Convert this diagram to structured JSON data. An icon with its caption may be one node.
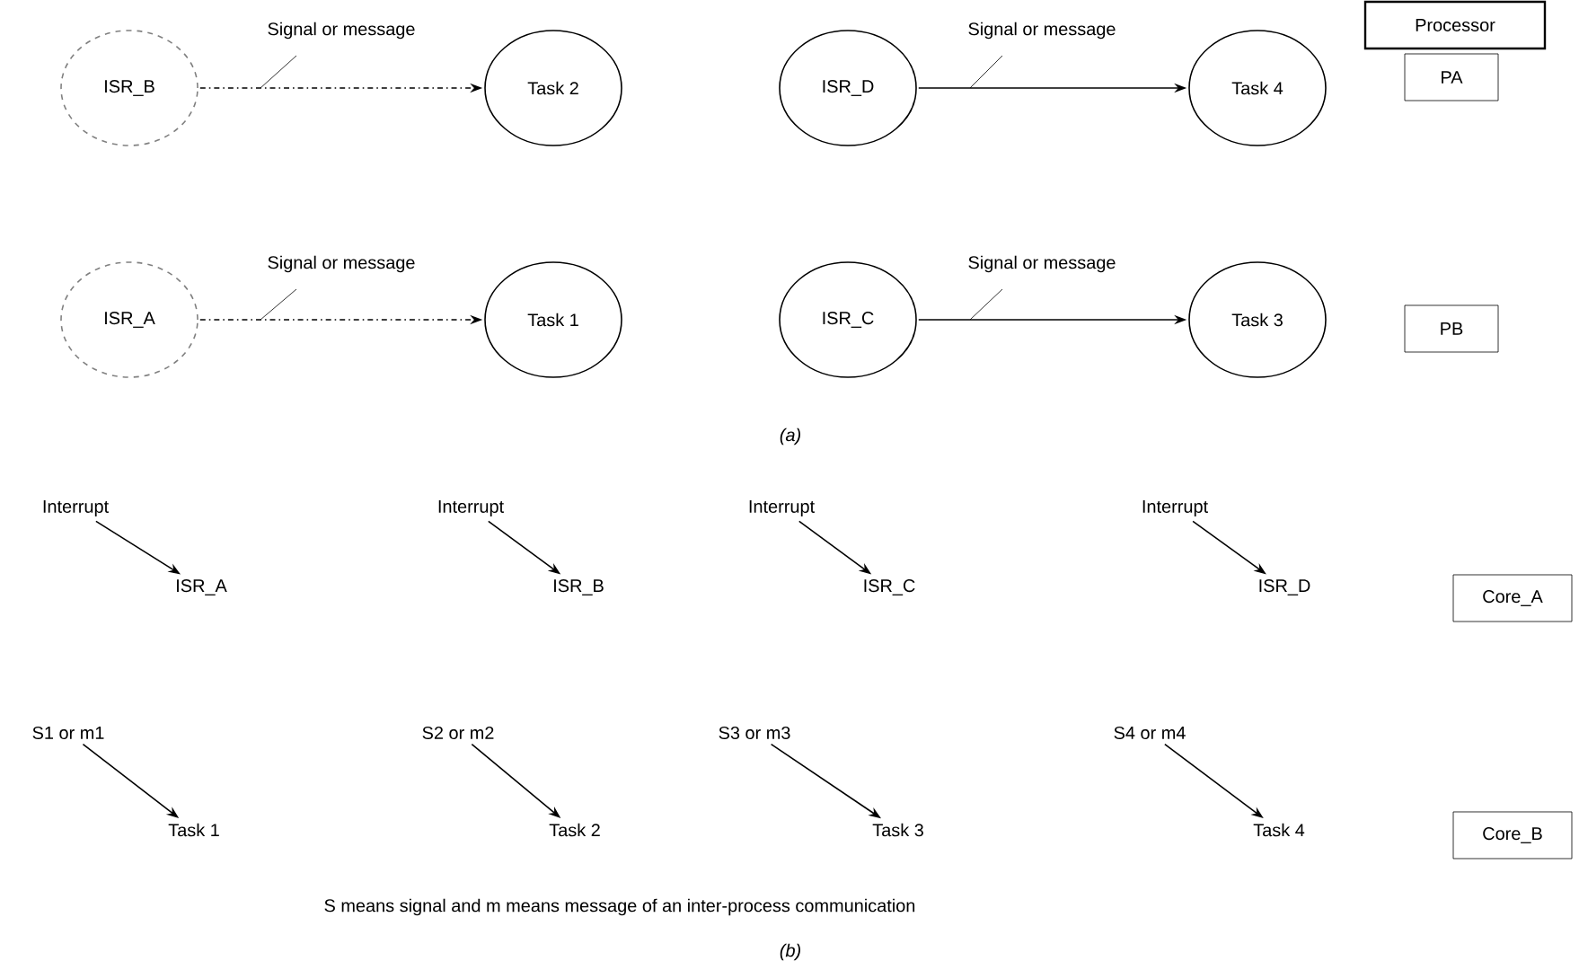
{
  "diagram": {
    "nodes": [
      {
        "text": [
          "ISR_B"
        ]
      },
      {
        "text": [
          "Task 2"
        ]
      },
      {
        "text": [
          "ISR_D"
        ]
      },
      {
        "text": [
          "Task 4"
        ]
      },
      {
        "text": [
          "Processor"
        ]
      },
      {
        "text": [
          "PA"
        ]
      },
      {
        "text": [
          "ISR_A"
        ]
      },
      {
        "text": [
          "Task 1"
        ]
      },
      {
        "text": [
          "ISR_C"
        ]
      },
      {
        "text": [
          "Task 3"
        ]
      },
      {
        "text": [
          "PB"
        ]
      },
      {
        "text": [
          "Interrupt"
        ]
      },
      {
        "text": [
          "ISR_A"
        ]
      },
      {
        "text": [
          "Interrupt"
        ]
      },
      {
        "text": [
          "ISR_B"
        ]
      },
      {
        "text": [
          "Interrupt"
        ]
      },
      {
        "text": [
          "ISR_C"
        ]
      },
      {
        "text": [
          "Interrupt"
        ]
      },
      {
        "text": [
          "ISR_D"
        ]
      },
      {
        "text": [
          "Core_A"
        ]
      },
      {
        "text": [
          "S1 or m1"
        ]
      },
      {
        "text": [
          "Task 1"
        ]
      },
      {
        "text": [
          "S2 or m2"
        ]
      },
      {
        "text": [
          "Task 2"
        ]
      },
      {
        "text": [
          "S3 or m3"
        ]
      },
      {
        "text": [
          "Task 3"
        ]
      },
      {
        "text": [
          "S4 or m4"
        ]
      },
      {
        "text": [
          "Task 4"
        ]
      },
      {
        "text": [
          "Core_B"
        ]
      }
    ],
    "edges": [
      {
        "from": 0,
        "to": 1,
        "arrow": "to",
        "style": "dashed",
        "label": "Signal or message"
      },
      {
        "from": 2,
        "to": 3,
        "arrow": "to",
        "label": "Signal or message"
      },
      {
        "from": 6,
        "to": 7,
        "arrow": "to",
        "style": "dashed",
        "label": "Signal or message"
      },
      {
        "from": 8,
        "to": 9,
        "arrow": "to",
        "label": "Signal or message"
      },
      {
        "from": 11,
        "to": 12,
        "arrow": "to"
      },
      {
        "from": 13,
        "to": 14,
        "arrow": "to"
      },
      {
        "from": 15,
        "to": 16,
        "arrow": "to"
      },
      {
        "from": 17,
        "to": 18,
        "arrow": "to"
      },
      {
        "from": 20,
        "to": 21,
        "arrow": "to"
      },
      {
        "from": 22,
        "to": 23,
        "arrow": "to"
      },
      {
        "from": 24,
        "to": 25,
        "arrow": "to"
      },
      {
        "from": 26,
        "to": 27,
        "arrow": "to"
      }
    ],
    "labels": [
      "(a)",
      "S means signal and m means message of an inter-process communication",
      "(b)"
    ]
  }
}
